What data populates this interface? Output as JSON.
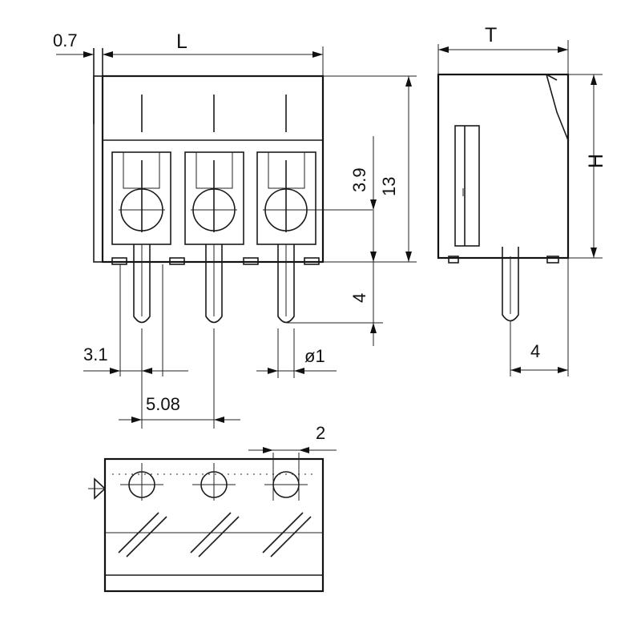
{
  "dimensions": {
    "pin_offset": "0.7",
    "length": "L",
    "thickness": "T",
    "height": "H",
    "pin_top": "3.9",
    "body_height": "13",
    "pin_length": "4",
    "pin_length_side": "4",
    "edge_distance": "3.1",
    "pitch": "5.08",
    "pin_diameter": "ø1",
    "hole_offset": "2"
  },
  "colors": {
    "stroke": "#1a1a1a",
    "background": "#ffffff"
  }
}
